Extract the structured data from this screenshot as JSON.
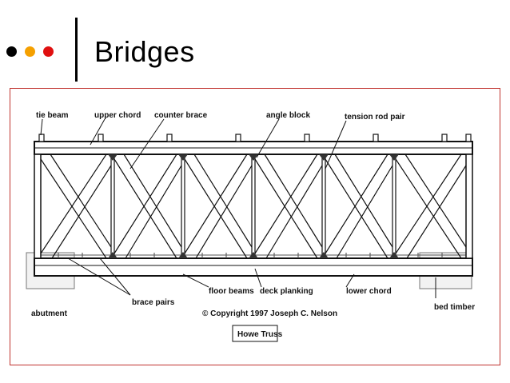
{
  "slide": {
    "title": "Bridges",
    "dots": [
      {
        "name": "black-dot",
        "color": "#000000"
      },
      {
        "name": "orange-dot",
        "color": "#f5a000"
      },
      {
        "name": "red-dot",
        "color": "#e01010"
      }
    ],
    "frame_color": "#c0332f"
  },
  "diagram": {
    "labels": {
      "tie_beam": "tie beam",
      "upper_chord": "upper chord",
      "counter_brace": "counter brace",
      "angle_block": "angle block",
      "tension_rod_pair": "tension rod pair",
      "floor_beams": "floor beams",
      "deck_planking": "deck planking",
      "lower_chord": "lower chord",
      "abutment": "abutment",
      "brace_pairs": "brace pairs",
      "bed_timber": "bed timber",
      "copyright": "© Copyright 1997 Joseph C. Nelson",
      "caption": "Howe Truss"
    }
  }
}
